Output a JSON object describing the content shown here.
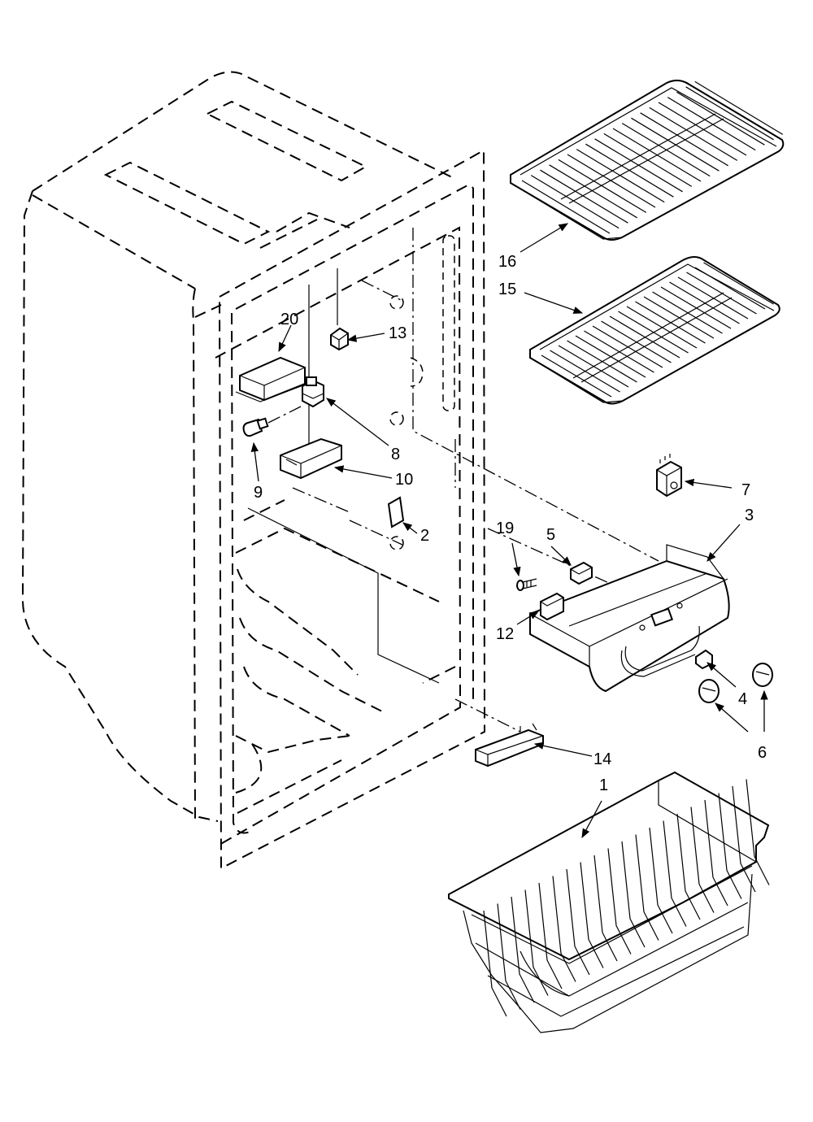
{
  "callouts": {
    "c1": "1",
    "c2": "2",
    "c3": "3",
    "c4": "4",
    "c5": "5",
    "c6": "6",
    "c7": "7",
    "c8": "8",
    "c9": "9",
    "c10": "10",
    "c12": "12",
    "c13": "13",
    "c14": "14",
    "c15": "15",
    "c16": "16",
    "c19": "19",
    "c20": "20"
  }
}
